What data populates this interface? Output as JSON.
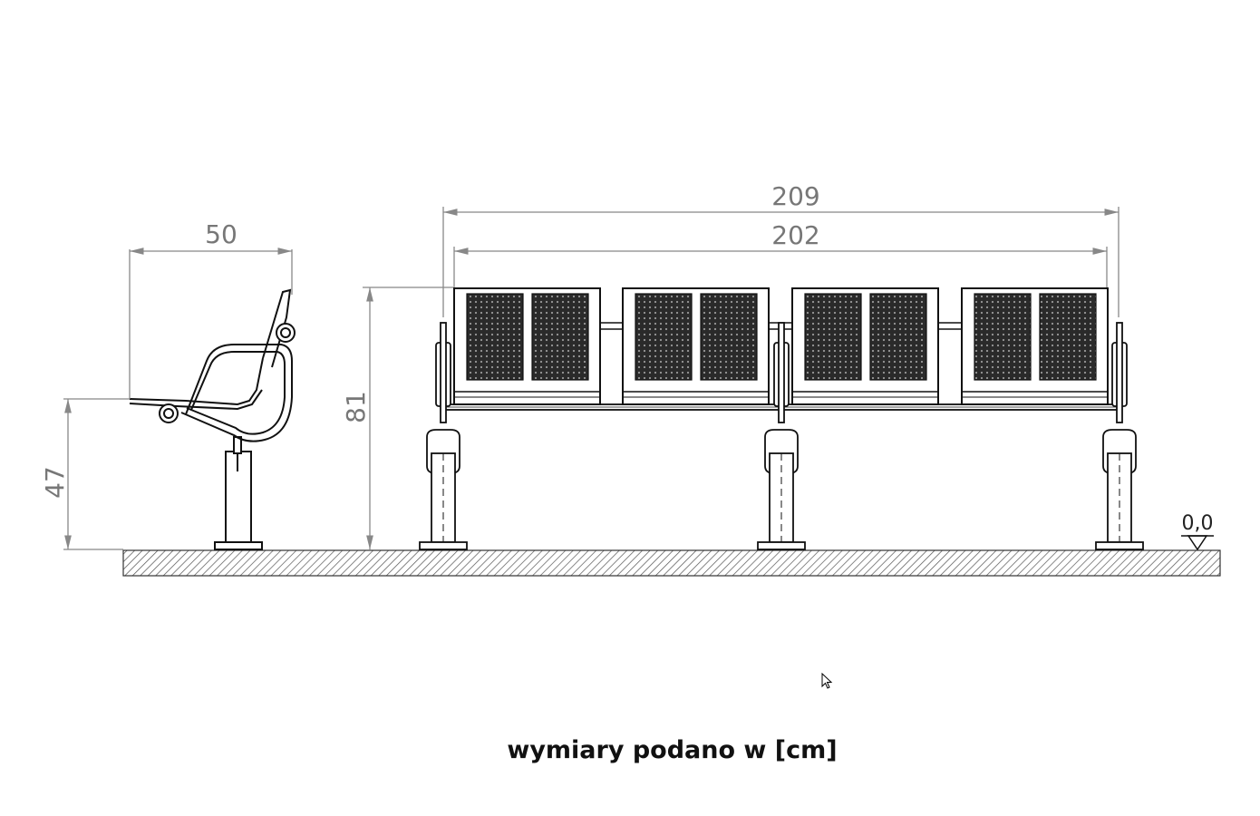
{
  "dimensions": {
    "side_depth": "50",
    "seat_height": "47",
    "total_height": "81",
    "overall_length": "209",
    "seat_row_length": "202"
  },
  "ground_level": "0,0",
  "note": "wymiary podano w [cm]",
  "colors": {
    "line": "#111111",
    "dimension": "#777777",
    "perforation": "#222222",
    "ground_hatch": "#555555"
  },
  "cursor_icon": "arrow-cursor-icon"
}
